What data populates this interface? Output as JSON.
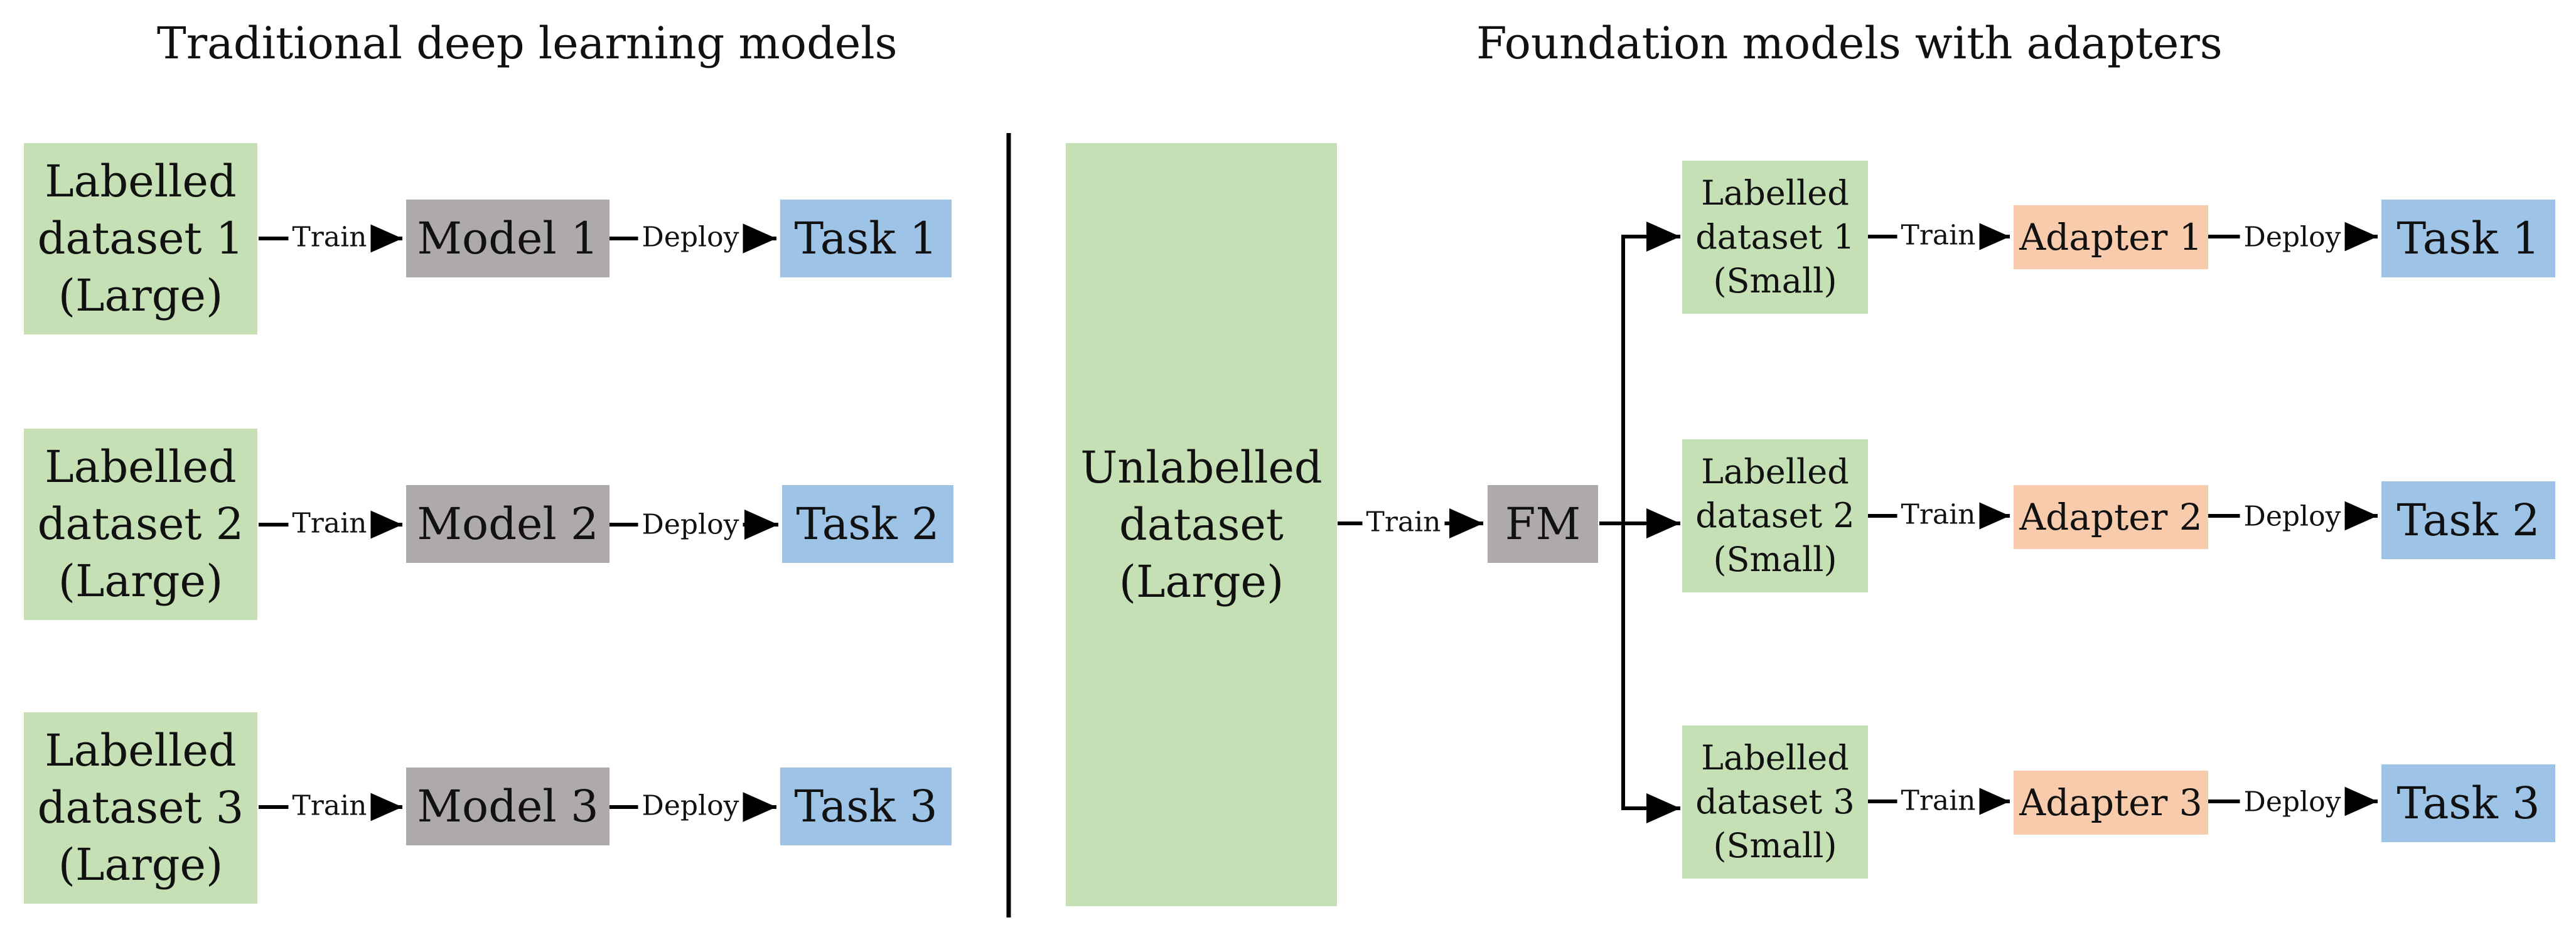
{
  "titles": {
    "left": "Traditional deep learning models",
    "right": "Foundation models with adapters"
  },
  "traditional": {
    "rows": [
      {
        "dataset": [
          "Labelled",
          "dataset 1",
          "(Large)"
        ],
        "train": "Train",
        "model": "Model 1",
        "deploy": "Deploy",
        "task": "Task 1"
      },
      {
        "dataset": [
          "Labelled",
          "dataset 2",
          "(Large)"
        ],
        "train": "Train",
        "model": "Model 2",
        "deploy": "Deploy",
        "task": "Task 2"
      },
      {
        "dataset": [
          "Labelled",
          "dataset 3",
          "(Large)"
        ],
        "train": "Train",
        "model": "Model 3",
        "deploy": "Deploy",
        "task": "Task 3"
      }
    ]
  },
  "foundation": {
    "unlabelled": [
      "Unlabelled",
      "dataset",
      "(Large)"
    ],
    "train": "Train",
    "fm": "FM",
    "rows": [
      {
        "dataset": [
          "Labelled",
          "dataset 1",
          "(Small)"
        ],
        "train": "Train",
        "adapter": "Adapter 1",
        "deploy": "Deploy",
        "task": "Task 1"
      },
      {
        "dataset": [
          "Labelled",
          "dataset 2",
          "(Small)"
        ],
        "train": "Train",
        "adapter": "Adapter 2",
        "deploy": "Deploy",
        "task": "Task 2"
      },
      {
        "dataset": [
          "Labelled",
          "dataset 3",
          "(Small)"
        ],
        "train": "Train",
        "adapter": "Adapter 3",
        "deploy": "Deploy",
        "task": "Task 3"
      }
    ]
  },
  "colors": {
    "dataset": "#c5e0b4",
    "model": "#aeaaaa",
    "task": "#9dc3e6",
    "adapter": "#f8cbad",
    "line": "#000000"
  }
}
